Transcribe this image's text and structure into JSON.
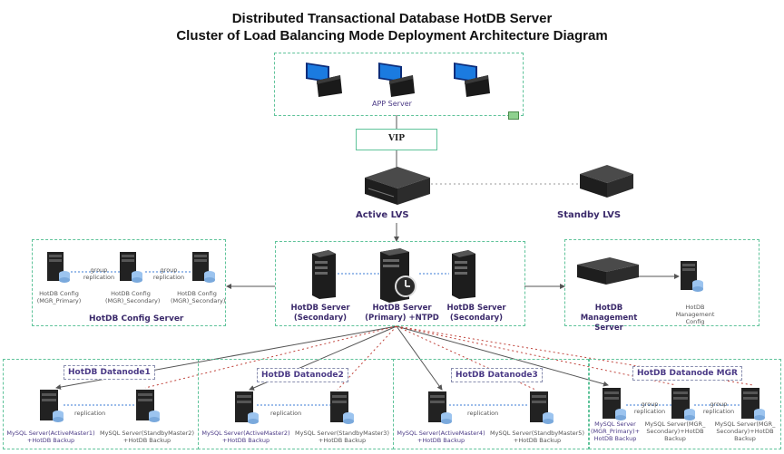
{
  "title": {
    "line1": "Distributed Transactional Database HotDB Server",
    "line2": "Cluster of Load Balancing Mode Deployment Architecture Diagram"
  },
  "app": {
    "label": "APP Server"
  },
  "vip": {
    "label": "VIP"
  },
  "lvs": {
    "active": "Active LVS",
    "standby": "Standby LVS"
  },
  "config": {
    "title": "HotDB Config Server",
    "nodes": [
      "HotDB Config (MGR_Primary)",
      "HotDB Config (MGR)_Secondary)",
      "HotDB Config (MGR)_Secondary)"
    ],
    "links": [
      "group replication",
      "group replication"
    ]
  },
  "servers": {
    "secondary1": "HotDB Server (Secondary)",
    "primary": "HotDB Server (Primary) +NTPD",
    "secondary2": "HotDB Server (Secondary)"
  },
  "management": {
    "server": "HotDB Management Server",
    "config": "HotDB Management Config"
  },
  "datanodes": [
    {
      "title": "HotDB Datanode1",
      "left": "MySQL Server(ActiveMaster1) +HotDB Backup",
      "right": "MySQL Server(StandbyMaster2) +HotDB Backup",
      "link": "replication"
    },
    {
      "title": "HotDB Datanode2",
      "left": "MySQL Server(ActiveMaster2) +HotDB Backup",
      "right": "MySQL Server(StandbyMaster3) +HotDB Backup",
      "link": "replication"
    },
    {
      "title": "HotDB Datanode3",
      "left": "MySQL Server(ActiveMaster4) +HotDB Backup",
      "right": "MySQL Server(StandbyMaster5) +HotDB Backup",
      "link": "replication"
    },
    {
      "title": "HotDB Datanode MGR",
      "left": "MySQL Server (MGR_Primary)+ HotDB Backup",
      "mid": "MySQL Server(MGR_ Secondary)+HotDB Backup",
      "right": "MySQL Server(MGR_ Secondary)+HotDB Backup",
      "links": [
        "group replication",
        "group replication"
      ]
    }
  ]
}
